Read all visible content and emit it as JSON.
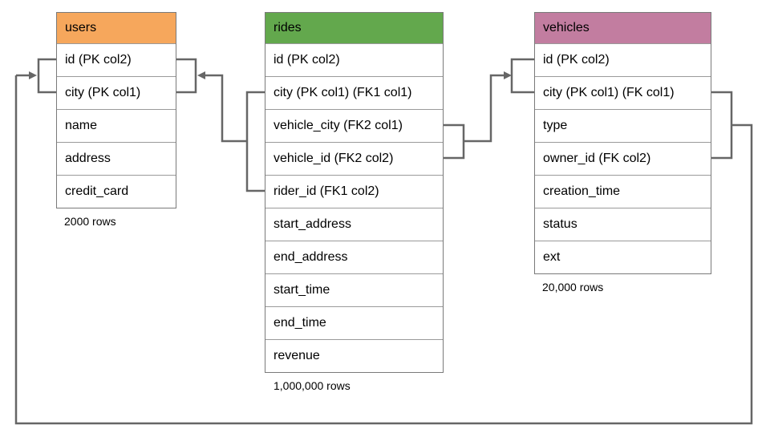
{
  "diagram": {
    "tables": [
      {
        "name": "users",
        "header_color": "#F6A75C",
        "row_count_label": "2000 rows",
        "columns": [
          "id (PK col2)",
          "city (PK col1)",
          "name",
          "address",
          "credit_card"
        ]
      },
      {
        "name": "rides",
        "header_color": "#63A84D",
        "row_count_label": "1,000,000 rows",
        "columns": [
          "id (PK col2)",
          "city (PK col1) (FK1 col1)",
          "vehicle_city (FK2 col1)",
          "vehicle_id (FK2 col2)",
          "rider_id (FK1 col2)",
          "start_address",
          "end_address",
          "start_time",
          "end_time",
          "revenue"
        ]
      },
      {
        "name": "vehicles",
        "header_color": "#C27DA0",
        "row_count_label": "20,000 rows",
        "columns": [
          "id (PK col2)",
          "city (PK col1) (FK col1)",
          "type",
          "owner_id (FK col2)",
          "creation_time",
          "status",
          "ext"
        ]
      }
    ],
    "connectors": {
      "color": "#666666",
      "relations": [
        {
          "from": "rides (city, rider_id) FK1",
          "to": "users (city, id)"
        },
        {
          "from": "rides (vehicle_city, vehicle_id) FK2",
          "to": "vehicles (city, id)"
        },
        {
          "from": "vehicles (city, owner_id) FK",
          "to": "users (city, id)"
        }
      ]
    }
  }
}
